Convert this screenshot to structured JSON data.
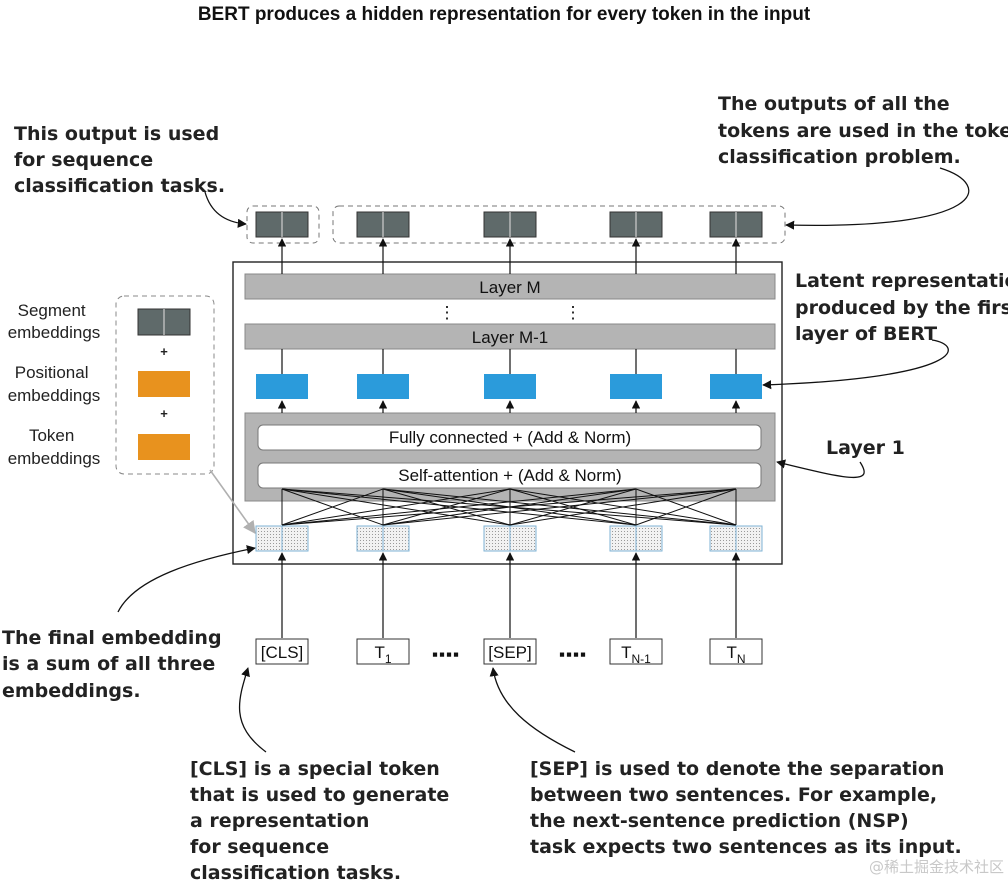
{
  "title": "BERT produces a hidden representation for every token in the input",
  "annotations": {
    "cls_output": [
      "This output is used",
      "for sequence",
      "classification tasks."
    ],
    "token_outputs": [
      "The outputs of all the",
      "tokens are used in the token",
      "classification problem."
    ],
    "latent": [
      "Latent representation",
      "produced by the first",
      "layer of BERT"
    ],
    "layer1": "Layer 1",
    "final_embedding": [
      "The final embedding",
      "is a sum of all three",
      "embeddings."
    ],
    "cls_token": [
      "[CLS] is a special token",
      "that is used to generate",
      "a representation",
      "for sequence",
      "classification tasks."
    ],
    "sep_token": [
      "[SEP] is used to denote the separation",
      "between two sentences. For example,",
      "the next-sentence prediction (NSP)",
      "task expects two sentences as its input."
    ]
  },
  "embedding_legend": {
    "segment": [
      "Segment",
      "embeddings"
    ],
    "positional": [
      "Positional",
      "embeddings"
    ],
    "token": [
      "Token",
      "embeddings"
    ],
    "plus": "+"
  },
  "layers": {
    "layer_m": "Layer M",
    "layer_m_minus_1": "Layer M-1",
    "dots": "⋮",
    "fully_connected": "Fully connected + (Add & Norm)",
    "self_attention": "Self-attention + (Add & Norm)"
  },
  "tokens": {
    "cls": "[CLS]",
    "t1": "T",
    "t1_sub": "1",
    "ellipsis": "▪▪▪▪",
    "sep": "[SEP]",
    "tn1": "T",
    "tn1_sub": "N-1",
    "tn": "T",
    "tn_sub": "N"
  },
  "watermark": "@稀土掘金技术社区",
  "colors": {
    "dark_block": "#5f6a6a",
    "blue_block": "#2b9bdb",
    "orange_block": "#e8921e",
    "layer_bar": "#b4b4b4",
    "dotted_block": "#e6e6e6"
  }
}
